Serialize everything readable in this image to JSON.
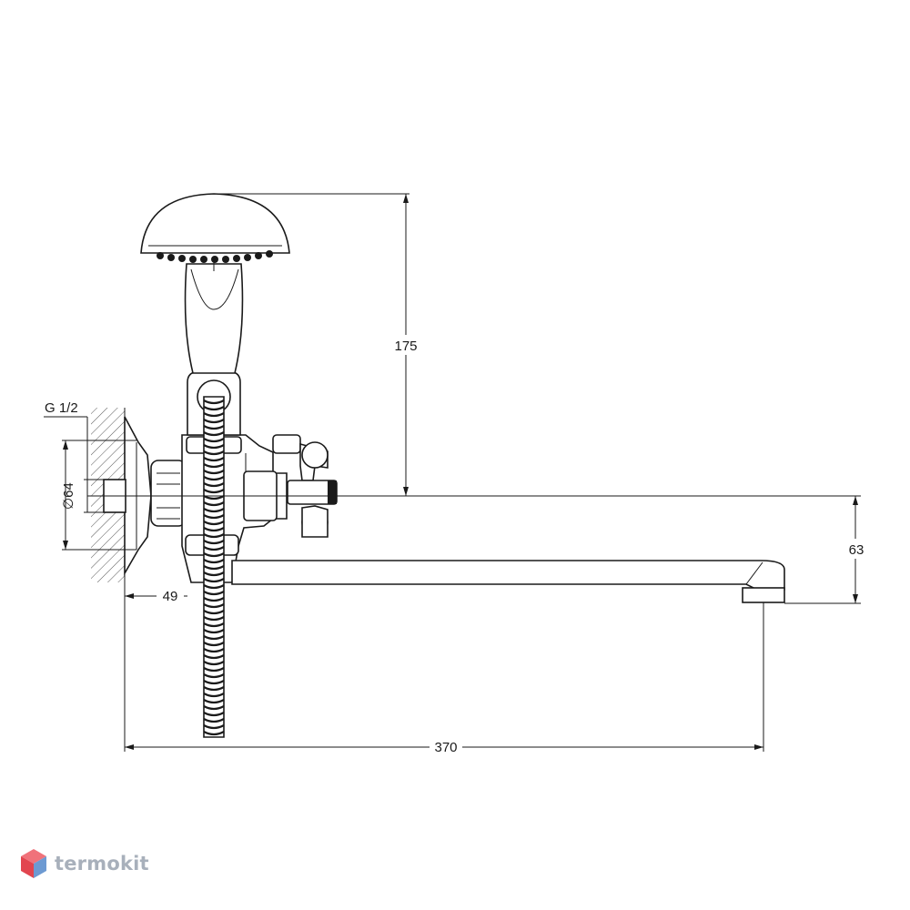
{
  "drawing": {
    "dimensions": {
      "thread": "G 1/2",
      "diameter": "∅64",
      "shower_height": "175",
      "spout_height": "63",
      "wall_offset": "49",
      "total_length": "370"
    }
  },
  "watermark": {
    "brand": "termokit",
    "colors": {
      "top": "#f0727a",
      "left": "#e2454f",
      "right": "#6d9ad2",
      "text": "#a8b0bb"
    }
  }
}
